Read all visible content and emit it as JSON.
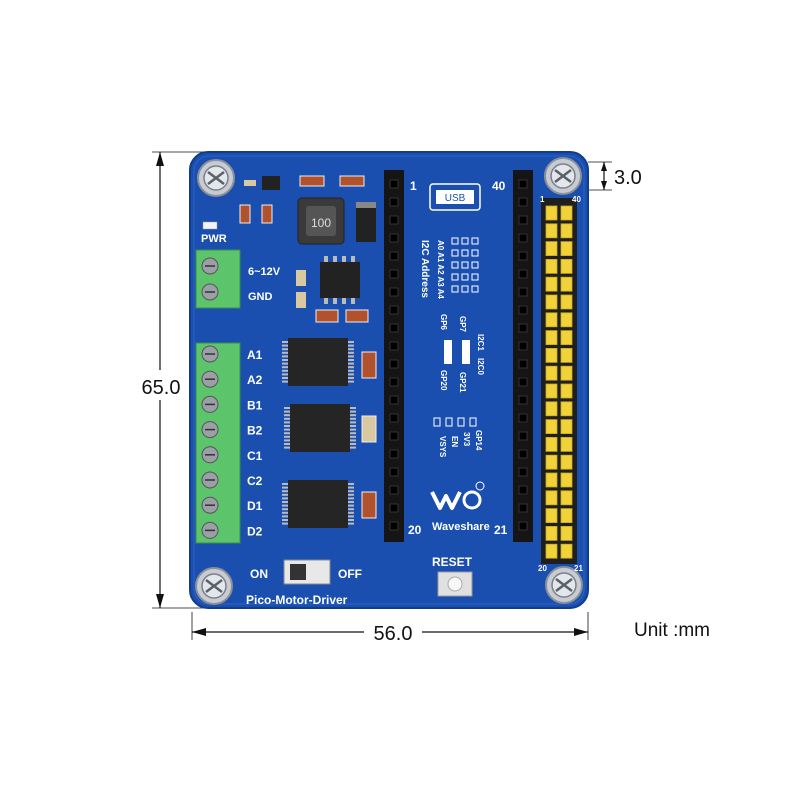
{
  "dimensions": {
    "height": "65.0",
    "width": "56.0",
    "hole_offset": "3.0",
    "unit": "Unit :mm"
  },
  "board": {
    "name": "Pico-Motor-Driver",
    "brand": "Waveshare",
    "colors": {
      "pcb": "#1a4fb0",
      "terminal": "#5cc46a",
      "header_pins": "#f2d23a",
      "silkscreen": "#ffffff"
    },
    "power": {
      "led_label": "PWR",
      "input_label": "6~12V",
      "gnd_label": "GND"
    },
    "motor_outputs": [
      "A1",
      "A2",
      "B1",
      "B2",
      "C1",
      "C2",
      "D1",
      "D2"
    ],
    "switch": {
      "on_label": "ON",
      "off_label": "OFF"
    },
    "reset_label": "RESET",
    "usb_label": "USB",
    "inductor_label": "100",
    "header_pins": {
      "left_top": "1",
      "left_bottom": "20",
      "right_top": "40",
      "right_bottom": "21",
      "pin_a": "1",
      "pin_b": "40",
      "pin_c": "20",
      "pin_d": "21"
    },
    "i2c_address": {
      "title": "I2C Address",
      "bits": "A0 A1 A2 A3 A4"
    },
    "jumpers": {
      "i2c": [
        "I2C1",
        "I2C0"
      ],
      "gp_left": [
        "GP6",
        "GP20"
      ],
      "gp_right": [
        "GP7",
        "GP21"
      ],
      "power_sel": [
        "GP14",
        "3V3",
        "EN",
        "VSYS"
      ]
    }
  }
}
